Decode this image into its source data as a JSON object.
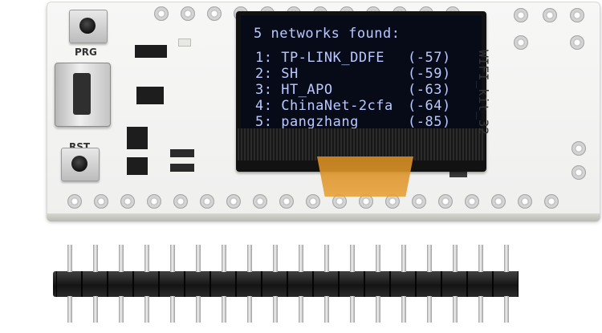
{
  "board": {
    "label_prg": "PRG",
    "label_rst": "RST",
    "side_label": "WIFI_kit_32"
  },
  "oled": {
    "header": "5 networks found:",
    "networks": [
      {
        "line": "1: TP-LINK_DDFE",
        "rssi": "(-57)"
      },
      {
        "line": "2: SH",
        "rssi": "(-59)"
      },
      {
        "line": "3: HT_APO",
        "rssi": "(-63)"
      },
      {
        "line": "4: ChinaNet-2cfa",
        "rssi": "(-64)"
      },
      {
        "line": "5: pangzhang",
        "rssi": "(-85)"
      }
    ],
    "text_color": "#b9c8ff"
  },
  "pin_header": {
    "pin_count": 18
  }
}
